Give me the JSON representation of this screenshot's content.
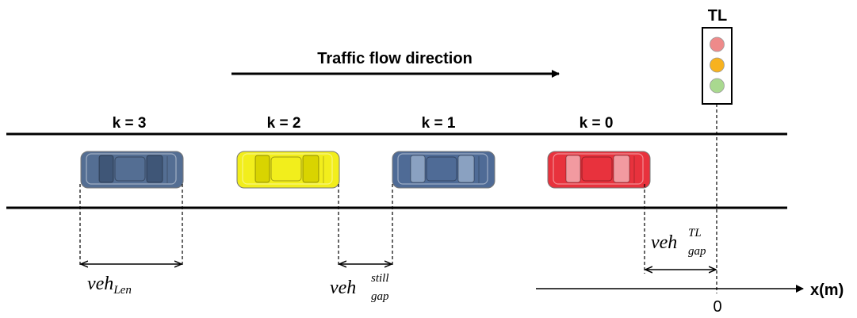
{
  "title_label": "Traffic flow direction",
  "traffic_light": {
    "label": "TL",
    "lights": [
      "#ee8a8a",
      "#f7b21e",
      "#a9d98f"
    ]
  },
  "vehicles": [
    {
      "label": "k = 3",
      "color": "#546e93",
      "window": "#3f5677"
    },
    {
      "label": "k = 2",
      "color": "#f2ee1c",
      "window": "#d9d400"
    },
    {
      "label": "k = 1",
      "color": "#4f6b96",
      "window": "#8aa1c1"
    },
    {
      "label": "k = 0",
      "color": "#e8323d",
      "window": "#f29aa0"
    }
  ],
  "measures": {
    "veh_len": {
      "base": "veh",
      "sub": "Len"
    },
    "veh_gap_still": {
      "base": "veh",
      "sup": "still",
      "sub": "gap"
    },
    "veh_gap_tl": {
      "base": "veh",
      "sup": "TL",
      "sub": "gap"
    }
  },
  "axis": {
    "label": "x(m)",
    "origin": "0"
  }
}
